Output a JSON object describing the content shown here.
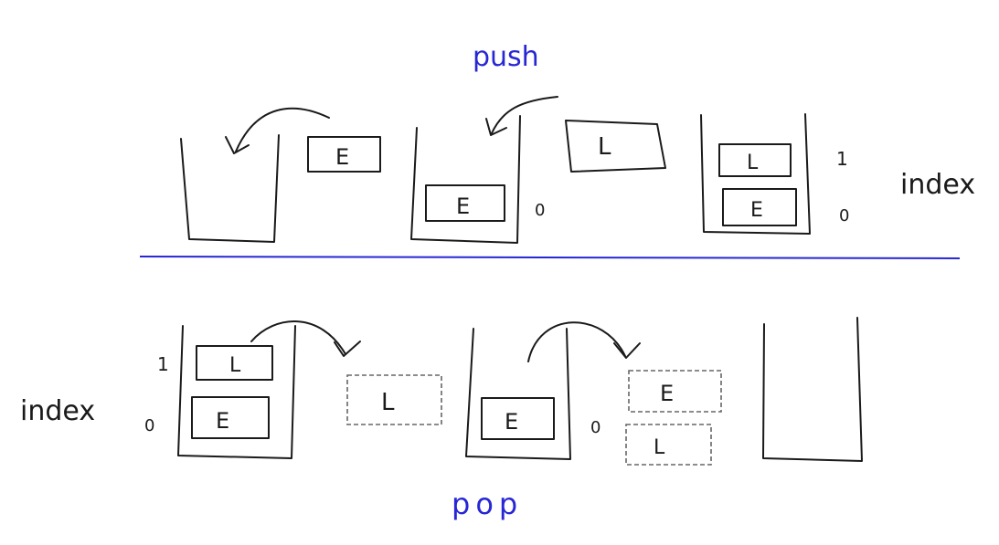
{
  "colors": {
    "ink": "#1a1a1a",
    "accent": "#2727d6",
    "dashed": "#666666",
    "background": "#ffffff"
  },
  "push": {
    "title": "push",
    "elements": {
      "e": "E",
      "l": "L"
    },
    "index_label": "index",
    "indices": {
      "zero": "0",
      "one": "1"
    }
  },
  "pop": {
    "title": "pop",
    "elements": {
      "e": "E",
      "l": "L"
    },
    "index_label": "index",
    "indices": {
      "zero": "0",
      "one": "1"
    }
  }
}
